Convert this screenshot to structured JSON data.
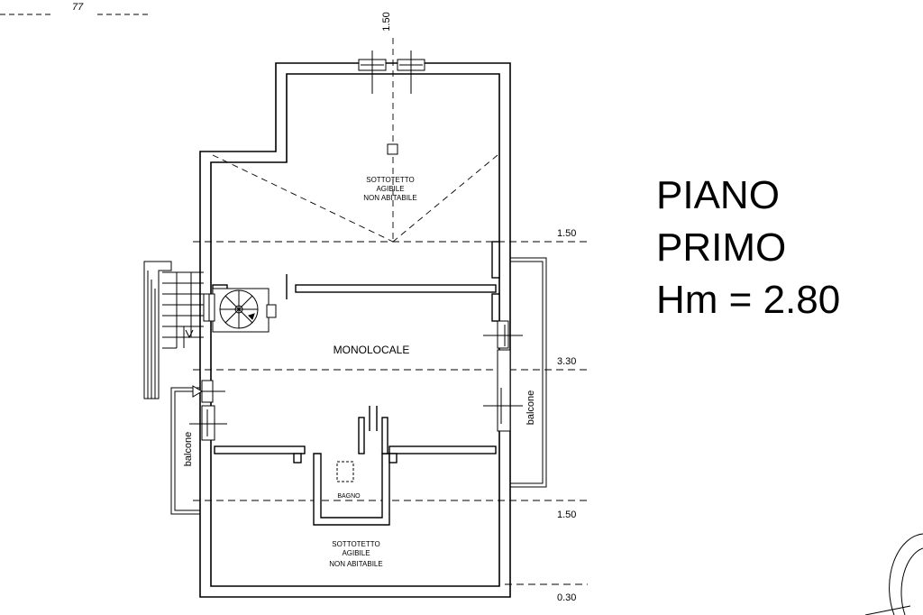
{
  "title": {
    "line1": "PIANO",
    "line2": "PRIMO",
    "line3": "Hm = 2.80"
  },
  "rooms": {
    "attic_top": {
      "l1": "SOTTOTETTO",
      "l2": "AGIBILE",
      "l3": "NON ABITABILE"
    },
    "main": "MONOLOCALE",
    "bath": "BAGNO",
    "attic_bottom": {
      "l1": "SOTTOTETTO",
      "l2": "AGIBILE",
      "l3": "NON ABITABILE"
    }
  },
  "balconies": {
    "left": "balcone",
    "right": "balcone"
  },
  "heights": {
    "top_vertical": "1.50",
    "level_a": "1.50",
    "level_b": "3.30",
    "level_c": "1.50",
    "level_d": "0.30"
  },
  "corner_mark": "77"
}
